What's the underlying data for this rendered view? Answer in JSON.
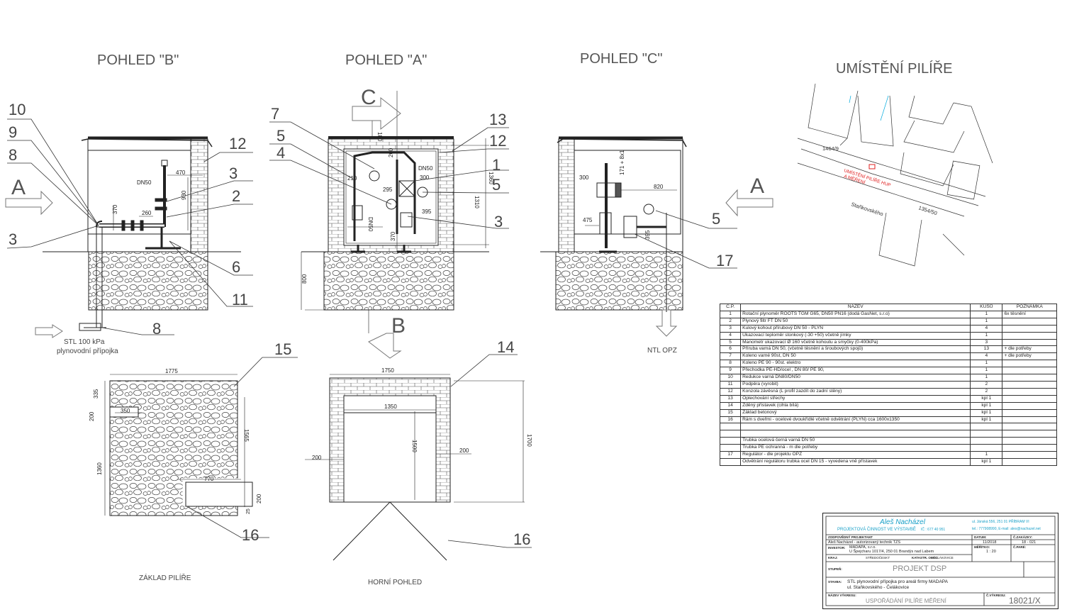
{
  "views": {
    "b_title": "POHLED \"B\"",
    "a_title": "POHLED \"A\"",
    "c_title": "POHLED \"C\"",
    "location_title": "UMÍSTĚNÍ PILÍŘE",
    "base_title": "ZÁKLAD PILÍŘE",
    "top_title": "HORNÍ POHLED"
  },
  "arrows": {
    "a_left": "A",
    "a_right": "A",
    "b": "B",
    "c": "C"
  },
  "callouts": {
    "n10": "10",
    "n9": "9",
    "n8": "8",
    "n3_left": "3",
    "n12_left": "12",
    "n3_b": "3",
    "n2": "2",
    "n6": "6",
    "n11": "11",
    "n8_bottom": "8",
    "n7": "7",
    "n5_a": "5",
    "n4": "4",
    "n13": "13",
    "n12_a": "12",
    "n1": "1",
    "n5_mid": "5",
    "n3_mid": "3",
    "n5_right": "5",
    "n17": "17",
    "n15": "15",
    "n14": "14",
    "n16_left": "16",
    "n16_right": "16"
  },
  "notes": {
    "supply_line1": "STL 100 kPa",
    "supply_line2": "plynovodní přípojka",
    "ntl": "NTL OPZ"
  },
  "dims": {
    "b_470": "470",
    "b_dn50": "DN50",
    "b_930": "930",
    "b_370": "370",
    "b_260": "260",
    "a_180": "180",
    "a_200": "200",
    "a_dn50": "DN50",
    "a_300": "300",
    "a_210": "210",
    "a_295": "295",
    "a_395": "395",
    "a_1310": "1310",
    "a_1360": "1360",
    "a_370": "370",
    "a_dn50v": "DN50",
    "a_800": "800",
    "c_171": "171 + 8x1",
    "c_300": "300",
    "c_820": "820",
    "c_475": "475",
    "c_395": "395",
    "base_1775": "1775",
    "base_335": "335",
    "base_200": "200",
    "base_350": "350",
    "base_1565": "1565",
    "base_1360": "1360",
    "base_770": "770",
    "base_200b": "200",
    "base_25": "25",
    "top_1750": "1750",
    "top_1350": "1350",
    "top_1500": "1500",
    "top_200l": "200",
    "top_200r": "200",
    "top_1700": "1700"
  },
  "map": {
    "parcel_1464": "1464/9",
    "street": "Staňkovského",
    "parcel_1354": "1354/50",
    "label_line1": "UMÍSTĚNÍ PILÍŘE HUP",
    "label_line2": "A MĚŘENÍ"
  },
  "parts_table": {
    "headers": [
      "Č.P.",
      "NÁZEV",
      "KUSŮ",
      "POZNÁMKA"
    ],
    "rows": [
      [
        "1",
        "Rotační plynoměr ROOTS TGM G65, DN50 PN16 (dodá GasNet, s.r.o)",
        "1",
        "6x těsnění"
      ],
      [
        "2",
        "Plynový filtr FT DN 50",
        "1",
        ""
      ],
      [
        "3",
        "Kulový kohout přírubový DN 50 - PLYN",
        "4",
        ""
      ],
      [
        "4",
        "Ukazovací teploměr stonkový (-30 +50) včetně jímky",
        "1",
        ""
      ],
      [
        "5",
        "Manometr ukazovací Ø 160 včetně kohoutu a smyčky (0-400kPa)",
        "3",
        ""
      ],
      [
        "6",
        "Příruba varná DN 50, (včetně těsnění a šroubových spojů)",
        "13",
        "+ dle potřeby"
      ],
      [
        "7",
        "Koleno varné 90st, DN 50",
        "4",
        "+ dle potřeby"
      ],
      [
        "8",
        "Koleno PE 90 - 90st. elektro",
        "1",
        ""
      ],
      [
        "9",
        "Přechodka PE-HD/ocel , DN 80/ PE 90,",
        "1",
        ""
      ],
      [
        "10",
        "Redukce varná DN80/DN50",
        "1",
        ""
      ],
      [
        "11",
        "Podpěra (vyrobit)",
        "2",
        ""
      ],
      [
        "12",
        "Konzola závěsná (L profil zazdít do zadní stěny)",
        "2",
        ""
      ],
      [
        "13",
        "Oplechování střechy",
        "kpl 1",
        ""
      ],
      [
        "14",
        "Zděný přístavek (cihla bílá)",
        "kpl 1",
        ""
      ],
      [
        "15",
        "Základ betonový",
        "kpl 1",
        ""
      ],
      [
        "16",
        "Rám s dveřmi - ocelové dvoukřídlé včetně odvětrání (PLYN) cca 1600x1350",
        "kpl 1",
        ""
      ],
      [
        "",
        "",
        "",
        ""
      ],
      [
        "",
        "",
        "",
        ""
      ],
      [
        "",
        "Trubka ocelová černá varná DN 50",
        "",
        ""
      ],
      [
        "",
        "Trubka PE ochranná - m dle potřeby",
        "",
        ""
      ],
      [
        "17",
        "Regulátor - dle projektu OPZ",
        "1",
        ""
      ],
      [
        "",
        "Odvětrání regulátoru trubka ocel DN 15 - vyvedena vně přístavek",
        "kpl 1",
        ""
      ]
    ]
  },
  "title_block": {
    "name": "Aleš Nacházel",
    "subtitle": "PROJEKTOVÁ ČINNOST VE VÝSTAVBĚ",
    "ic": "IČ : 677 40 951",
    "address": "ul. Jánská 556, 251 01 PŘÍBRAM VI",
    "contact": "tel.: 777908990, E-mail: ales@nachazel.net",
    "row_designer": "ZODPOVĚDNÝ PROJEKTANT",
    "designer": "Aleš Nacházel - autorizovaný technik TZS",
    "investor_label": "INVESTOR:",
    "investor": "MADAPA, s.r.o.",
    "investor_addr": "U Špejcharu 1017/4, 250 01 Brandýs nad Labem",
    "kraj_label": "KRAJ:",
    "kraj": "STŘEDOČESKÝ",
    "obec_label": "KATASTR. OBEC:",
    "obec": "ČELÁKOVICE",
    "date_label": "DATUM:",
    "date": "11/2018",
    "scale_label": "MĚŘÍTKO:",
    "scale": "1 : 20",
    "zak_label": "Č.ZAKÁZKY:",
    "zak": "18 - 021",
    "parc_label": "Č.PARÉ:",
    "stage_label": "STUPEŇ:",
    "stage": "PROJEKT DSP",
    "project_label": "STAVBA:",
    "project_line1": "STL plynovodní přípojka pro areál firmy MADAPA",
    "project_line2": "ul. Staňkovského - Čelákovice",
    "drawing_label": "NÁZEV VÝKRESU:",
    "drawing": "USPOŘÁDÁNÍ PILÍŘE MĚŘENÍ",
    "number_label": "Č.VÝKRESU:",
    "number": "18021/X"
  },
  "colors": {
    "line": "#222222",
    "red": "#e02020",
    "map": "#00aadd",
    "gray": "#888888"
  }
}
